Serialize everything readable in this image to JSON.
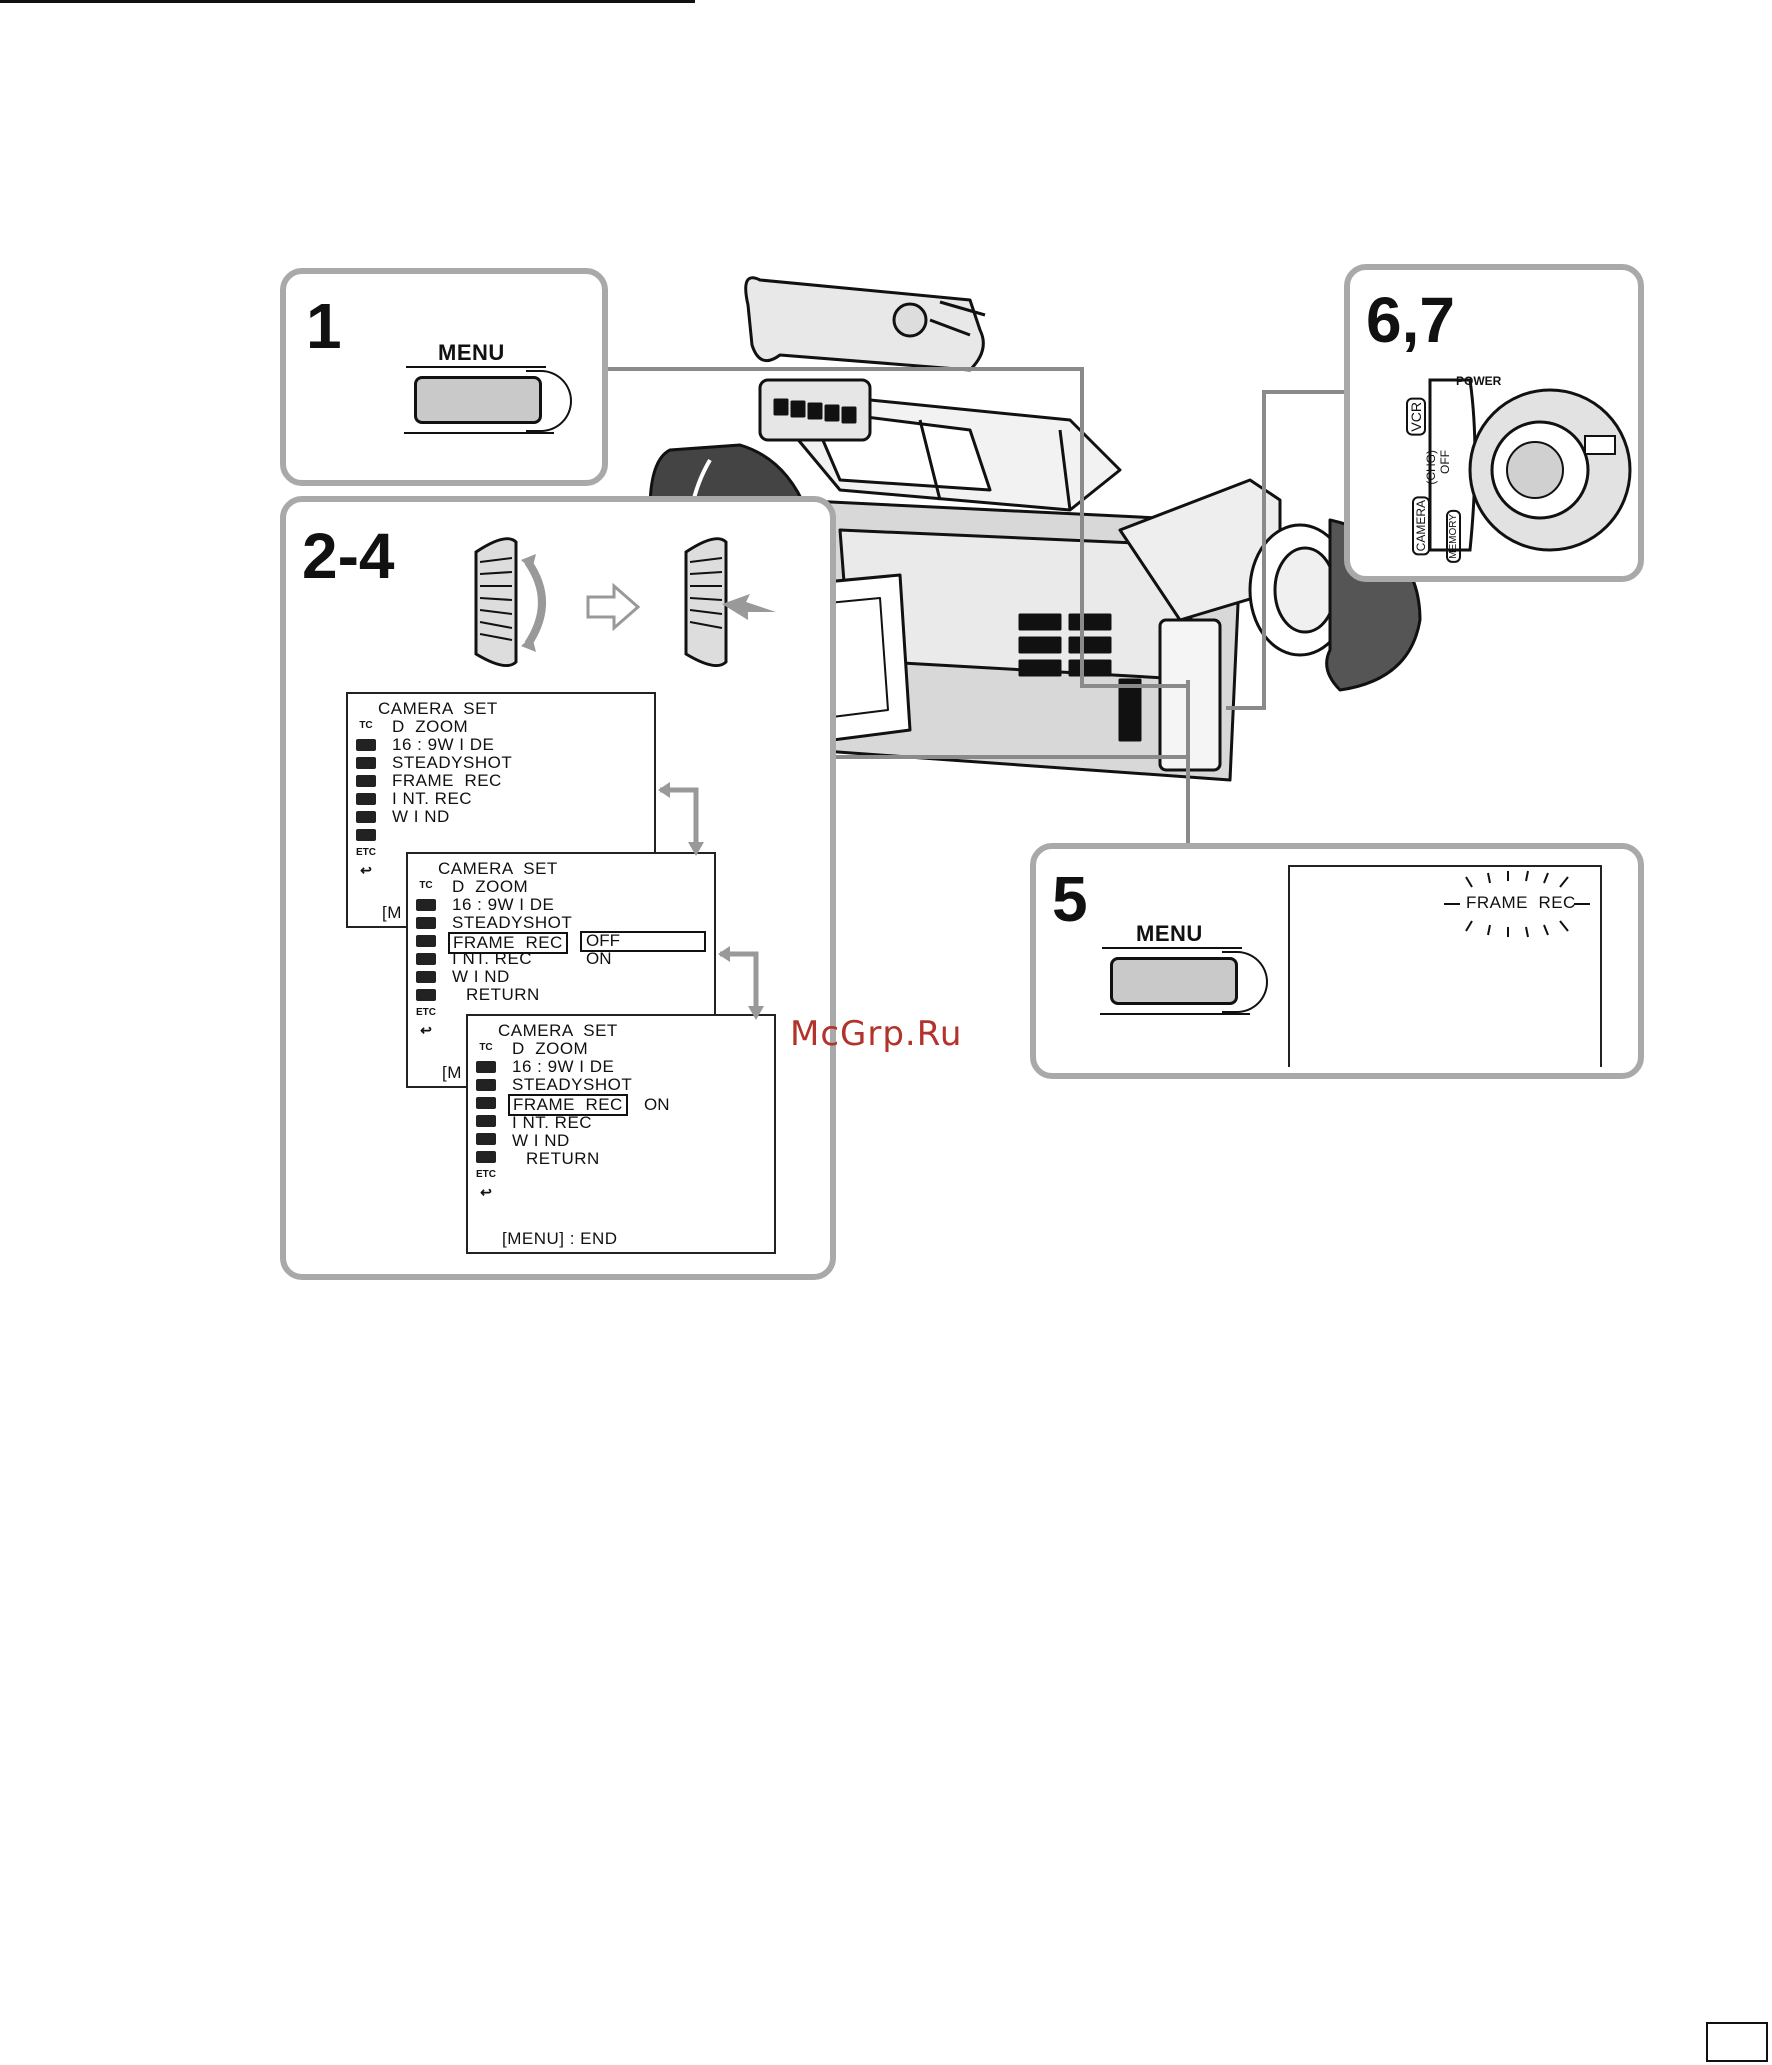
{
  "steps": {
    "step1": "1",
    "step2_4": "2-4",
    "step5": "5",
    "step6_7": "6,7"
  },
  "buttons": {
    "menu_label_1": "MENU",
    "menu_label_5": "MENU"
  },
  "power_switch": {
    "power": "POWER",
    "vcr": "VCR",
    "off": "OFF",
    "chg": "(CHG)",
    "camera": "CAMERA",
    "memory": "MEMORY"
  },
  "osd_screen_1": {
    "title": "CAMERA  SET",
    "items": [
      "D  ZOOM",
      "16 : 9W I DE",
      "STEADYSHOT",
      "FRAME  REC",
      "I NT. REC",
      "W I ND"
    ],
    "icons": [
      "TC",
      "",
      "",
      "",
      "",
      "",
      "",
      "ETC",
      "↩"
    ],
    "footer": "[M"
  },
  "osd_screen_2": {
    "title": "CAMERA  SET",
    "items": [
      "D  ZOOM",
      "16 : 9W I DE",
      "STEADYSHOT",
      "FRAME  REC",
      "I NT. REC",
      "W I ND",
      "RETURN"
    ],
    "options": [
      "OFF",
      "ON"
    ],
    "footer": "[M"
  },
  "osd_screen_3": {
    "title": "CAMERA  SET",
    "items": [
      "D  ZOOM",
      "16 : 9W I DE",
      "STEADYSHOT",
      "FRAME  REC",
      "I NT. REC",
      "W I ND",
      "RETURN"
    ],
    "selected_value": "ON",
    "footer": "[MENU] : END"
  },
  "viewfinder_indicator": "FRAME  REC",
  "watermark": "McGrp.Ru",
  "colors": {
    "panel_border": "#a9a9a9",
    "watermark": "#b3322b",
    "button_fill": "#c9c9c9"
  }
}
